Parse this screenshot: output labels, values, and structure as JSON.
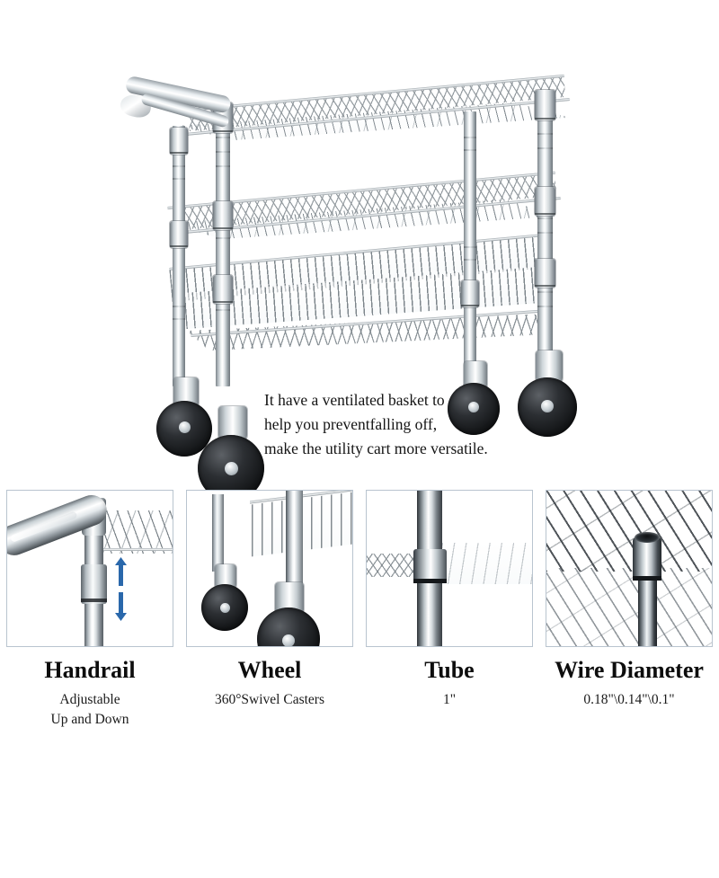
{
  "hero": {
    "caption": "It have a ventilated basket to\nhelp you preventfalling off,\nmake the utility cart more versatile.",
    "product_alt": "3-tier chrome wire utility cart with handrail, ventilated basket and swivel casters"
  },
  "features": [
    {
      "title": "Handrail",
      "subtitle": "Adjustable\nUp and Down",
      "image_alt": "Close-up of chrome handrail clamped to upright post with blue up and down arrows",
      "arrow_color": "#2a68ab"
    },
    {
      "title": "Wheel",
      "subtitle": "360°Swivel Casters",
      "image_alt": "Close-up of two black rubber swivel casters under the wire basket"
    },
    {
      "title": "Tube",
      "subtitle": "1\"",
      "image_alt": "Close-up of the chrome upright tube with shelf collar"
    },
    {
      "title": "Wire Diameter",
      "subtitle": "0.18\"\\0.14\"\\0.1\"",
      "image_alt": "Close-up of wire shelf corner showing the chrome sleeve and post"
    }
  ],
  "colors": {
    "background": "#ffffff",
    "panel_border": "#b9c4cf",
    "text": "#141414",
    "accent_blue": "#2a68ab",
    "chrome_light": "#ffffff",
    "chrome_mid": "#c9d1d5",
    "chrome_dark": "#5a6167",
    "tire_black": "#141618"
  }
}
